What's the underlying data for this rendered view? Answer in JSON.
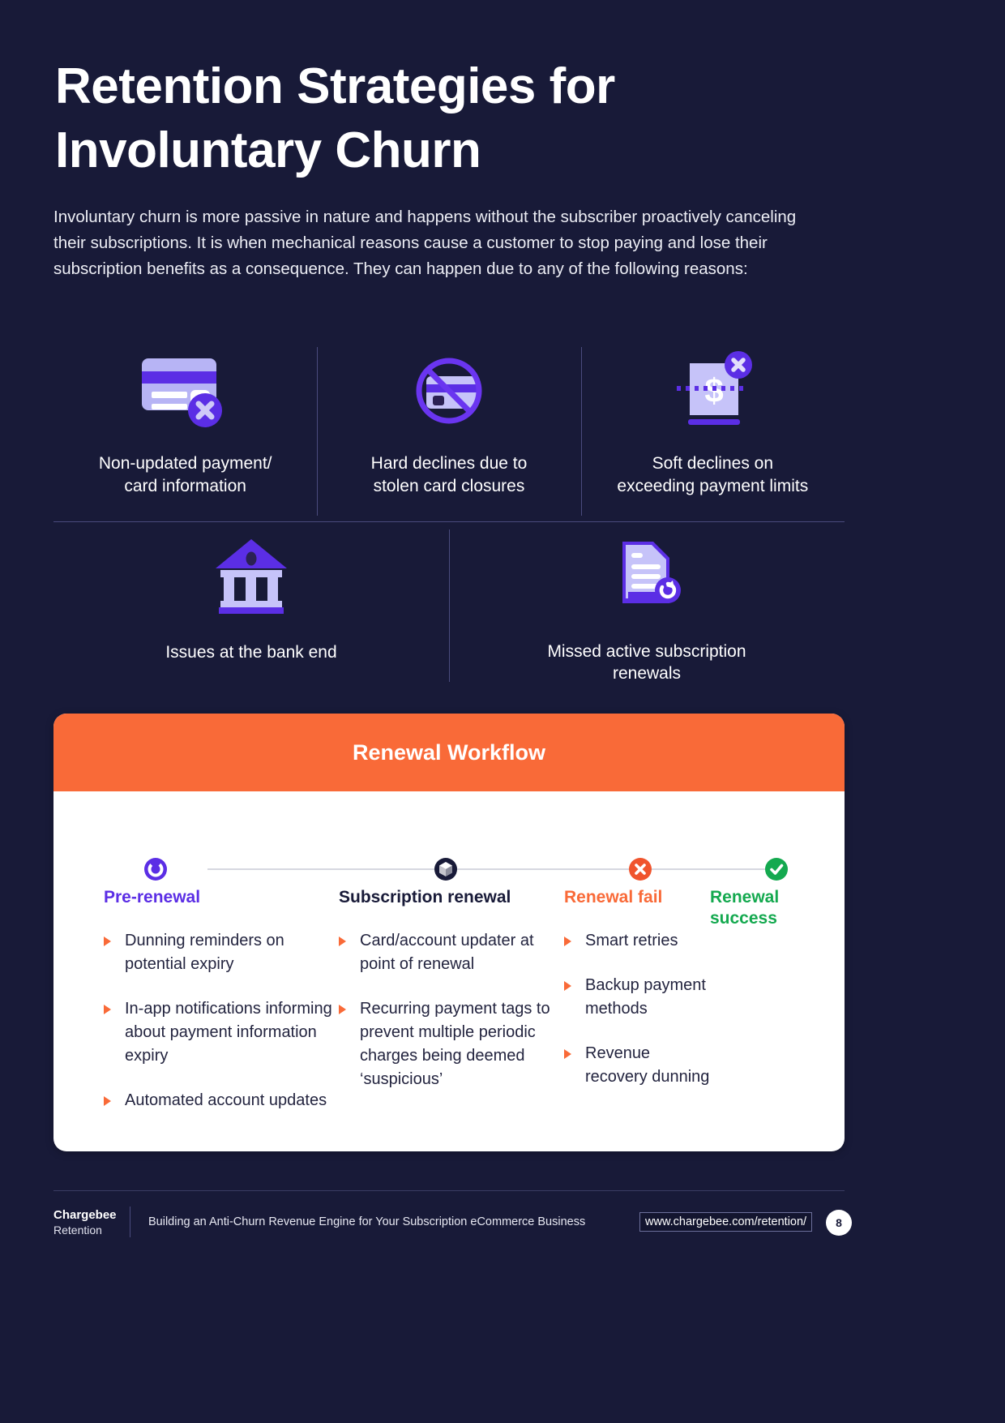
{
  "page": {
    "title_line1": "Retention Strategies for",
    "title_line2": "Involuntary Churn",
    "intro": "Involuntary churn is more passive in nature and happens without the subscriber proactively canceling their subscriptions. It is when mechanical reasons cause a customer to stop paying and lose their subscription benefits as a consequence. They can happen due to any of the following reasons:",
    "background_color": "#181a38",
    "accent_purple": "#5b2ee5",
    "accent_orange": "#f96a38",
    "accent_green": "#14a94f"
  },
  "reasons": {
    "top_row": [
      {
        "icon": "credit-card-x-icon",
        "label_line1": "Non-updated payment/",
        "label_line2": "card information"
      },
      {
        "icon": "card-blocked-icon",
        "label_line1": "Hard declines due to",
        "label_line2": "stolen card closures"
      },
      {
        "icon": "payment-limit-exceeded-icon",
        "label_line1": "Soft declines on",
        "label_line2": "exceeding payment limits"
      }
    ],
    "bottom_row": [
      {
        "icon": "bank-icon",
        "label_line1": "Issues at the bank end",
        "label_line2": ""
      },
      {
        "icon": "document-renewal-icon",
        "label_line1": "Missed active subscription renewals",
        "label_line2": ""
      }
    ]
  },
  "workflow": {
    "header_title": "Renewal Workflow",
    "stages": [
      {
        "marker_icon": "circle-outline-icon",
        "marker_color": "#5b2ee5",
        "title": "Pre-renewal",
        "title_color": "#5b2ee5",
        "items": [
          "Dunning reminders on potential expiry",
          "In-app notifications informing about payment information expiry",
          "Automated account updates"
        ]
      },
      {
        "marker_icon": "package-box-icon",
        "marker_color": "#181a38",
        "title": "Subscription renewal",
        "title_color": "#181a38",
        "items": [
          "Card/account updater at point of renewal",
          "Recurring payment tags to prevent multiple periodic charges being deemed ‘suspicious’"
        ]
      },
      {
        "marker_icon": "x-circle-icon",
        "marker_color": "#f96a38",
        "title": "Renewal fail",
        "title_color": "#f96a38",
        "items": [
          "Smart retries",
          "Backup payment methods",
          "Revenue recovery dunning"
        ]
      },
      {
        "marker_icon": "check-circle-icon",
        "marker_color": "#14a94f",
        "title": "Renewal success",
        "title_color": "#14a94f",
        "items": []
      }
    ]
  },
  "footer": {
    "brand_name": "Chargebee",
    "brand_sub": "Retention",
    "tagline": "Building an Anti-Churn Revenue Engine for Your Subscription eCommerce Business",
    "url": "www.chargebee.com/retention/",
    "page_number": "8"
  }
}
